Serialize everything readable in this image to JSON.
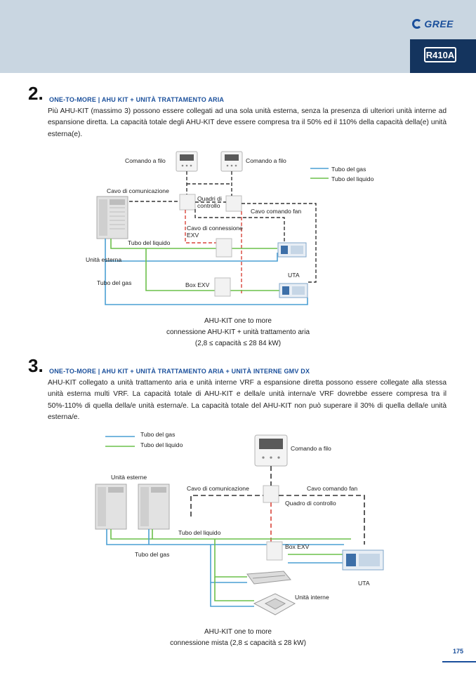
{
  "header": {
    "brand": "GREE",
    "refrigerant_badge": "R410A"
  },
  "section2": {
    "number": "2.",
    "title": "ONE-TO-MORE | AHU KIT + UNITÀ TRATTAMENTO ARIA",
    "body": "Più AHU-KIT (massimo 3) possono essere collegati ad una sola unità esterna, senza la presenza di ulteriori unità interne ad espansione diretta. La capacità totale degli AHU-KIT deve essere compresa tra il 50% ed il 110% della capacità della(e) unità esterna(e).",
    "diagram": {
      "legend_gas": "Tubo del gas",
      "legend_liquid": "Tubo del liquido",
      "wired_control_1": "Comando a filo",
      "wired_control_2": "Comando a filo",
      "comm_cable": "Cavo di comunicazione",
      "control_box": "Quadri di controllo",
      "fan_cable": "Cavo comando fan",
      "exv_cable": "Cavo di connessione EXV",
      "liquid_pipe": "Tubo del liquido",
      "outdoor_unit": "Unità esterna",
      "gas_pipe": "Tubo del gas",
      "exv_box": "Box EXV",
      "ahu": "UTA"
    },
    "caption_line1": "AHU-KIT one to more",
    "caption_line2": "connessione AHU-KIT + unità trattamento aria",
    "caption_line3": "(2,8 ≤ capacità ≤ 28 84 kW)"
  },
  "section3": {
    "number": "3.",
    "title": "ONE-TO-MORE | AHU KIT + UNITÀ TRATTAMENTO ARIA + UNITÀ INTERNE GMV DX",
    "body": "AHU-KIT collegato a unità trattamento aria e unità interne VRF a espansione diretta possono essere collegate alla stessa unità esterna multi VRF. La capacità totale di AHU-KIT e della/e unità interna/e VRF dovrebbe essere compresa tra il 50%-110% di quella della/e unità esterna/e. La capacità totale del AHU-KIT non può superare il 30% di quella della/e unità esterna/e.",
    "diagram": {
      "legend_gas": "Tubo del gas",
      "legend_liquid": "Tubo del liquido",
      "wired_control": "Comando a filo",
      "outdoor_units": "Unità esterne",
      "comm_cable": "Cavo di comunicazione",
      "fan_cable": "Cavo comando fan",
      "control_box": "Quadro di controllo",
      "liquid_pipe": "Tubo del liquido",
      "gas_pipe": "Tubo del gas",
      "exv_box": "Box EXV",
      "ahu": "UTA",
      "indoor_units": "Unità interne"
    },
    "caption_line1": "AHU-KIT one to more",
    "caption_line2": "connessione mista (2,8 ≤ capacità ≤ 28 kW)"
  },
  "page_number": "175",
  "colors": {
    "gas": "#4a9fd4",
    "liquid": "#6cc04a",
    "brand": "#1a4f9b",
    "cable": "#333333",
    "exv_cable": "#d9443a"
  }
}
